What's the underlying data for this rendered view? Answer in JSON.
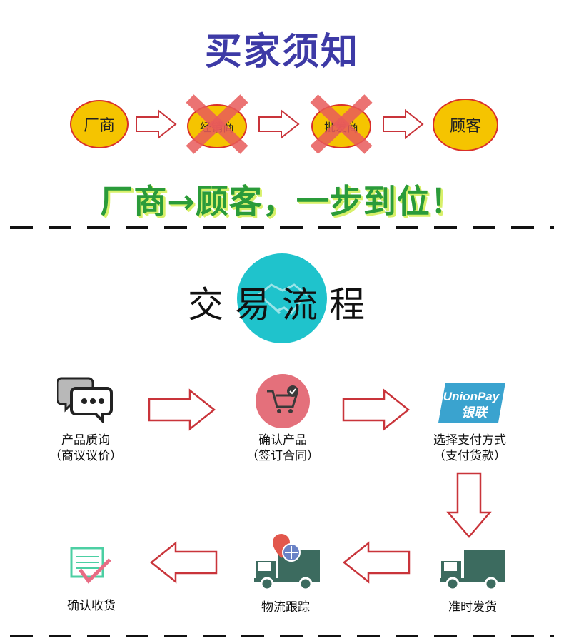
{
  "header": {
    "title": "买家须知"
  },
  "supply_chain": {
    "nodes": [
      {
        "label": "厂商",
        "crossed": false
      },
      {
        "label": "经销商",
        "crossed": true
      },
      {
        "label": "批发商",
        "crossed": true
      },
      {
        "label": "顾客",
        "crossed": false
      }
    ],
    "slogan": "厂商→顾客，一步到位！"
  },
  "flow": {
    "title_chars": [
      "交",
      "易",
      "流",
      "程"
    ],
    "steps": [
      {
        "line1": "产品质询",
        "line2": "（商议议价）",
        "icon": "chat-bubbles-icon"
      },
      {
        "line1": "确认产品",
        "line2": "（签订合同）",
        "icon": "shopping-cart-icon"
      },
      {
        "line1": "选择支付方式",
        "line2": "（支付货款）",
        "icon": "unionpay-icon",
        "card_text_1": "UnionPay",
        "card_text_2": "银联"
      },
      {
        "line1": "准时发货",
        "line2": "",
        "icon": "truck-icon"
      },
      {
        "line1": "物流跟踪",
        "line2": "",
        "icon": "tracking-truck-icon"
      },
      {
        "line1": "确认收货",
        "line2": "",
        "icon": "receipt-check-icon"
      }
    ]
  },
  "colors": {
    "title": "#3d3aa6",
    "ellipse_fill": "#f5c400",
    "ellipse_border": "#d9302a",
    "cross": "#e85a5a",
    "slogan": "#2a9b3a",
    "arrow": "#c9343a",
    "teal": "#1fc3cc",
    "truck": "#3c6b5f"
  }
}
